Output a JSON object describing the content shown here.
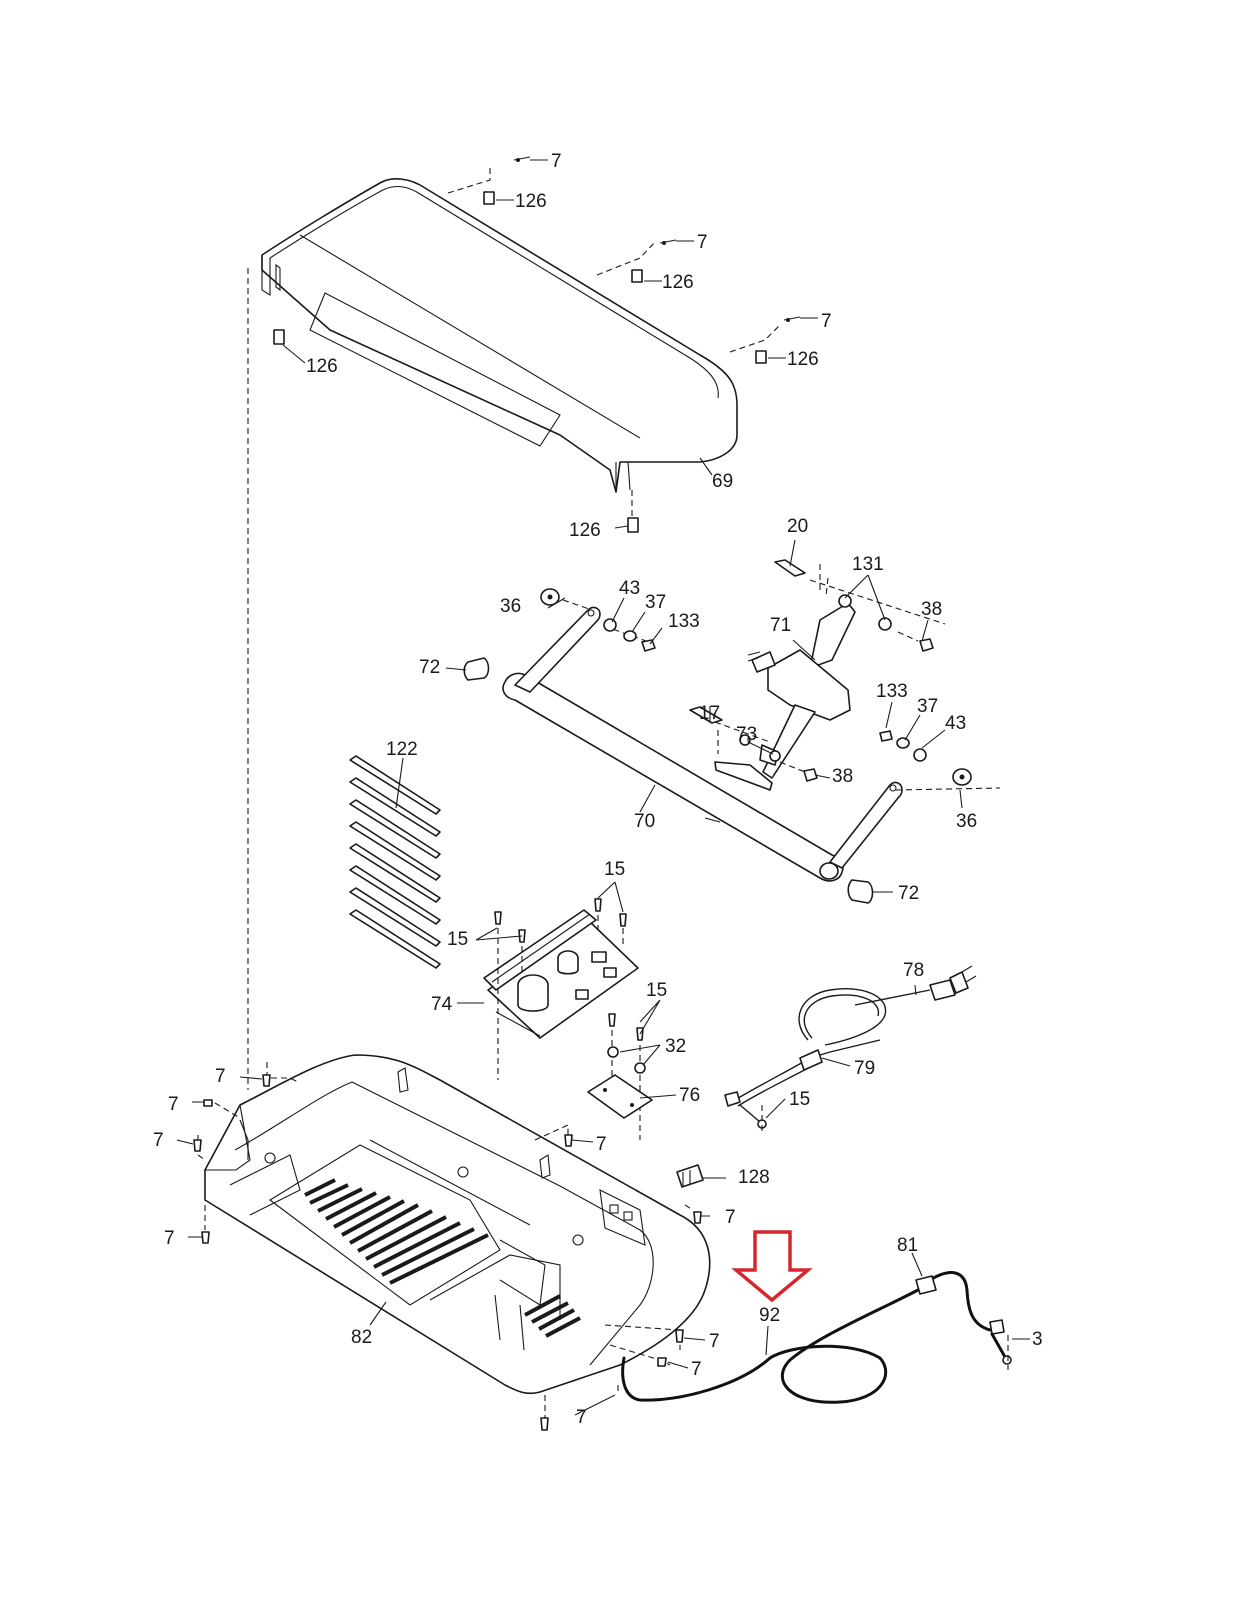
{
  "labels": {
    "l7a": "7",
    "l126a": "126",
    "l7b": "7",
    "l126b": "126",
    "l7c": "7",
    "l126c": "126",
    "l126d": "126",
    "l69": "69",
    "l126e": "126",
    "l20": "20",
    "l131": "131",
    "l36a": "36",
    "l43a": "43",
    "l37a": "37",
    "l133a": "133",
    "l38a": "38",
    "l71": "71",
    "l72a": "72",
    "l133b": "133",
    "l37b": "37",
    "l43b": "43",
    "l17": "17",
    "l73": "73",
    "l122": "122",
    "l38b": "38",
    "l70": "70",
    "l36b": "36",
    "l72b": "72",
    "l15a": "15",
    "l15b": "15",
    "l78": "78",
    "l74": "74",
    "l15c": "15",
    "l32": "32",
    "l79": "79",
    "l76": "76",
    "l15d": "15",
    "l7d": "7",
    "l7e": "7",
    "l7f": "7",
    "l7g": "7",
    "l7h": "7",
    "l128": "128",
    "l7i": "7",
    "l81": "81",
    "l92": "92",
    "l3": "3",
    "l82": "82",
    "l7j": "7",
    "l7k": "7",
    "l7l": "7"
  },
  "highlight": {
    "part_number": "92",
    "arrow_color": "#d6262b",
    "icon": "down-arrow-icon"
  }
}
